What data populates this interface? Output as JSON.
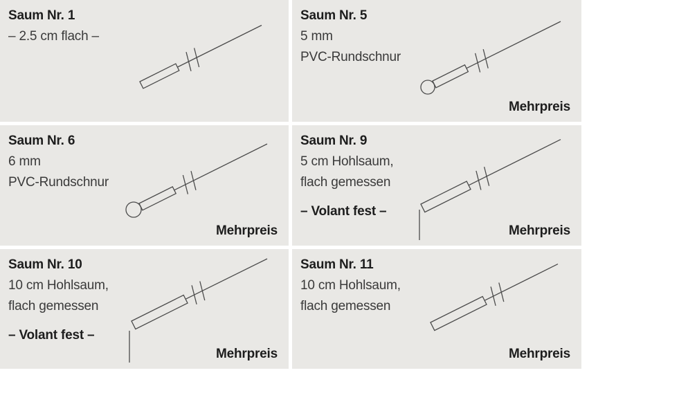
{
  "page": {
    "panel_background": "#e9e8e5",
    "line_color": "#4b4b4b",
    "title_color": "#1d1d1d",
    "text_color": "#3a3a3a"
  },
  "cells": [
    {
      "title": "Saum Nr. 1",
      "line1": "– 2.5 cm flach –",
      "line2": "",
      "note": "",
      "price": "",
      "drawing": "flat-hem"
    },
    {
      "title": "Saum Nr. 5",
      "line1": "5 mm",
      "line2": "PVC-Rundschnur",
      "note": "",
      "price": "Mehrpreis",
      "drawing": "round-cord-hem"
    },
    {
      "title": "Saum Nr. 6",
      "line1": "6 mm",
      "line2": "PVC-Rundschnur",
      "note": "",
      "price": "Mehrpreis",
      "drawing": "round-cord-hem"
    },
    {
      "title": "Saum Nr. 9",
      "line1": "5 cm Hohlsaum,",
      "line2": "flach gemessen",
      "note": "– Volant fest –",
      "price": "Mehrpreis",
      "drawing": "hollow-hem-volant"
    },
    {
      "title": "Saum Nr. 10",
      "line1": "10 cm Hohlsaum,",
      "line2": "flach gemessen",
      "note": "– Volant fest –",
      "price": "Mehrpreis",
      "drawing": "hollow-hem-volant"
    },
    {
      "title": "Saum Nr. 11",
      "line1": "10 cm Hohlsaum,",
      "line2": "flach gemessen",
      "note": "",
      "price": "Mehrpreis",
      "drawing": "hollow-hem"
    }
  ]
}
